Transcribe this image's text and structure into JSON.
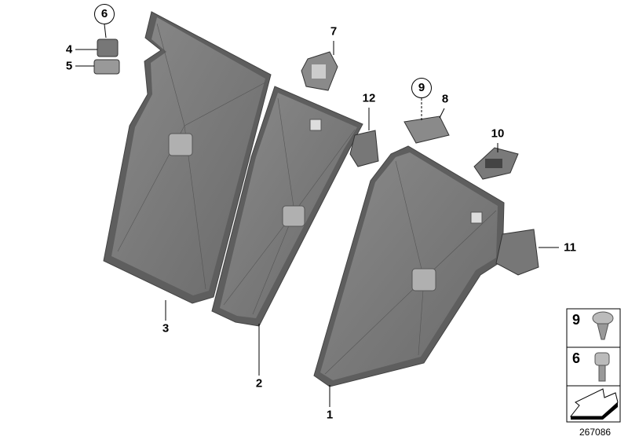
{
  "callouts": {
    "p1": "1",
    "p2": "2",
    "p3": "3",
    "p4": "4",
    "p5": "5",
    "p6": "6",
    "p7": "7",
    "p8": "8",
    "p9": "9",
    "p10": "10",
    "p11": "11",
    "p12": "12"
  },
  "legend": {
    "rows": [
      {
        "number": "9",
        "icon": "screw-icon"
      },
      {
        "number": "6",
        "icon": "bolt-icon"
      },
      {
        "number": "",
        "icon": "arrow-symbol-icon"
      }
    ]
  },
  "diagram_number": "267086"
}
